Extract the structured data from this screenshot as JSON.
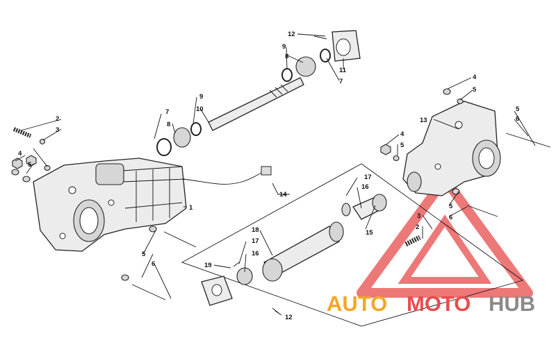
{
  "colors": {
    "watermark_red": "#e84c4c",
    "watermark_orange": "#f5a623",
    "watermark_gray": "#8a8a8a"
  },
  "watermark": {
    "part1": "AUTO",
    "part2": "MOTO",
    "part3": "HUB"
  },
  "callouts": [
    {
      "id": "c1",
      "text": "1"
    },
    {
      "id": "c2a",
      "text": "2"
    },
    {
      "id": "c3a",
      "text": "3"
    },
    {
      "id": "c4a",
      "text": "4"
    },
    {
      "id": "c5a",
      "text": "5"
    },
    {
      "id": "c5b",
      "text": "5"
    },
    {
      "id": "c6a",
      "text": "6"
    },
    {
      "id": "c7a",
      "text": "7"
    },
    {
      "id": "c8a",
      "text": "8"
    },
    {
      "id": "c9a",
      "text": "9"
    },
    {
      "id": "c10",
      "text": "10"
    },
    {
      "id": "c12a",
      "text": "12"
    },
    {
      "id": "c9b",
      "text": "9"
    },
    {
      "id": "c8b",
      "text": "8"
    },
    {
      "id": "c11",
      "text": "11"
    },
    {
      "id": "c7b",
      "text": "7"
    },
    {
      "id": "c4b",
      "text": "4"
    },
    {
      "id": "c5c",
      "text": "5"
    },
    {
      "id": "c5d",
      "text": "5"
    },
    {
      "id": "c6b",
      "text": "6"
    },
    {
      "id": "c13",
      "text": "13"
    },
    {
      "id": "c4c",
      "text": "4"
    },
    {
      "id": "c5e",
      "text": "5"
    },
    {
      "id": "c3b",
      "text": "3"
    },
    {
      "id": "c2b",
      "text": "2"
    },
    {
      "id": "c5f",
      "text": "5"
    },
    {
      "id": "c6c",
      "text": "6"
    },
    {
      "id": "c14",
      "text": "14"
    },
    {
      "id": "c17a",
      "text": "17"
    },
    {
      "id": "c16a",
      "text": "16"
    },
    {
      "id": "c15",
      "text": "15"
    },
    {
      "id": "c18",
      "text": "18"
    },
    {
      "id": "c17b",
      "text": "17"
    },
    {
      "id": "c16b",
      "text": "16"
    },
    {
      "id": "c19",
      "text": "19"
    },
    {
      "id": "c12b",
      "text": "12"
    }
  ]
}
